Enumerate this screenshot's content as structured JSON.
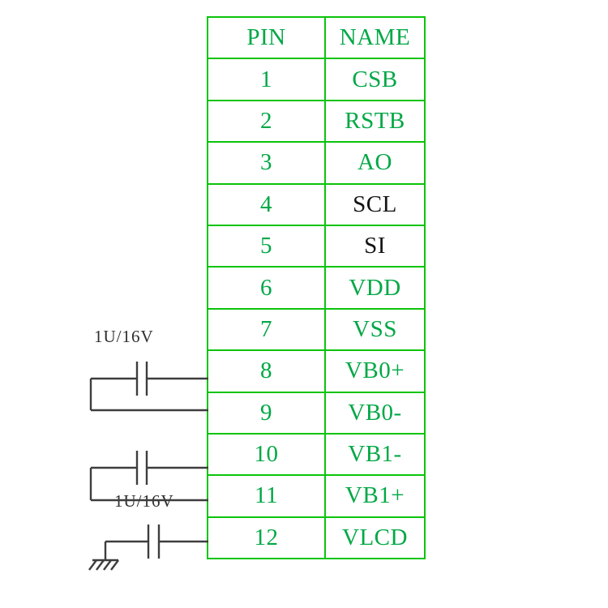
{
  "table": {
    "headers": {
      "pin": "PIN",
      "name": "NAME"
    },
    "rows": [
      {
        "pin": "1",
        "name": "CSB",
        "name_color": "#00a845"
      },
      {
        "pin": "2",
        "name": "RSTB",
        "name_color": "#00a845"
      },
      {
        "pin": "3",
        "name": "AO",
        "name_color": "#00a845"
      },
      {
        "pin": "4",
        "name": "SCL",
        "name_color": "#141414"
      },
      {
        "pin": "5",
        "name": "SI",
        "name_color": "#141414"
      },
      {
        "pin": "6",
        "name": "VDD",
        "name_color": "#00a845"
      },
      {
        "pin": "7",
        "name": "VSS",
        "name_color": "#00a845"
      },
      {
        "pin": "8",
        "name": "VB0+",
        "name_color": "#00a845"
      },
      {
        "pin": "9",
        "name": "VB0-",
        "name_color": "#00a845"
      },
      {
        "pin": "10",
        "name": "VB1-",
        "name_color": "#00a845"
      },
      {
        "pin": "11",
        "name": "VB1+",
        "name_color": "#00a845"
      },
      {
        "pin": "12",
        "name": "VLCD",
        "name_color": "#00a845"
      }
    ]
  },
  "annotations": {
    "cap1_label": "1U/16V",
    "cap2_label": "1U/16V"
  },
  "colors": {
    "table_green": "#0ac40a",
    "text_green": "#00a845",
    "wire_color": "#3d3d3d",
    "label_color": "#2e2e2e"
  }
}
